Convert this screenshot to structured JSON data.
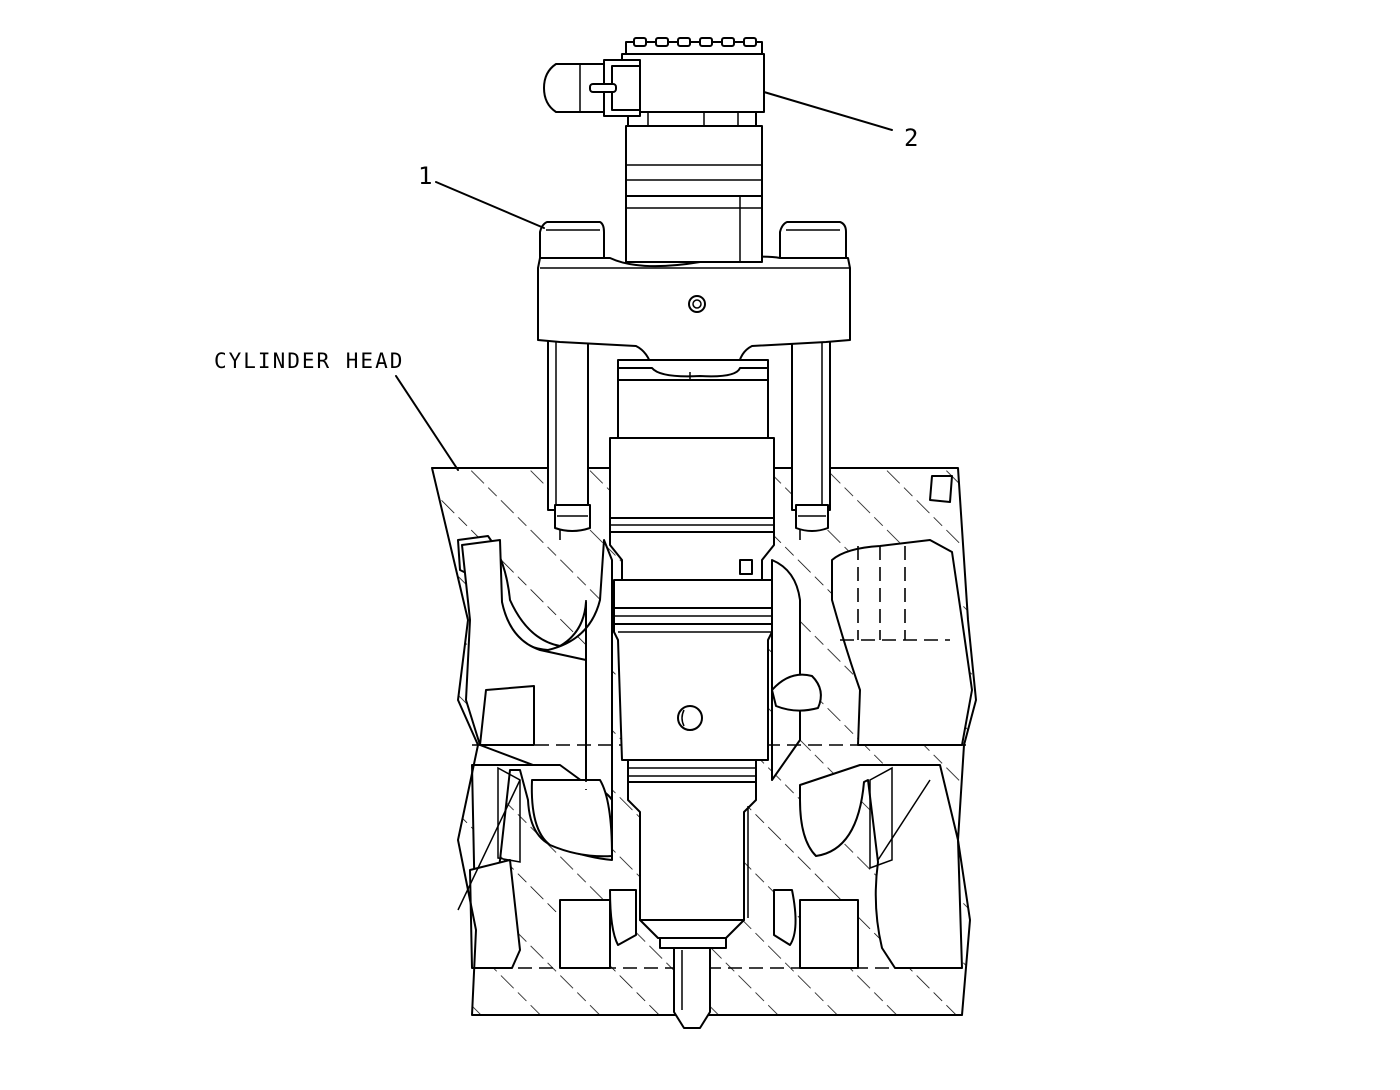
{
  "callouts": {
    "part_1": "1",
    "part_2": "2",
    "cylinder_head": "CYLINDER HEAD"
  },
  "colors": {
    "ink": "#000000",
    "paper": "#ffffff"
  }
}
